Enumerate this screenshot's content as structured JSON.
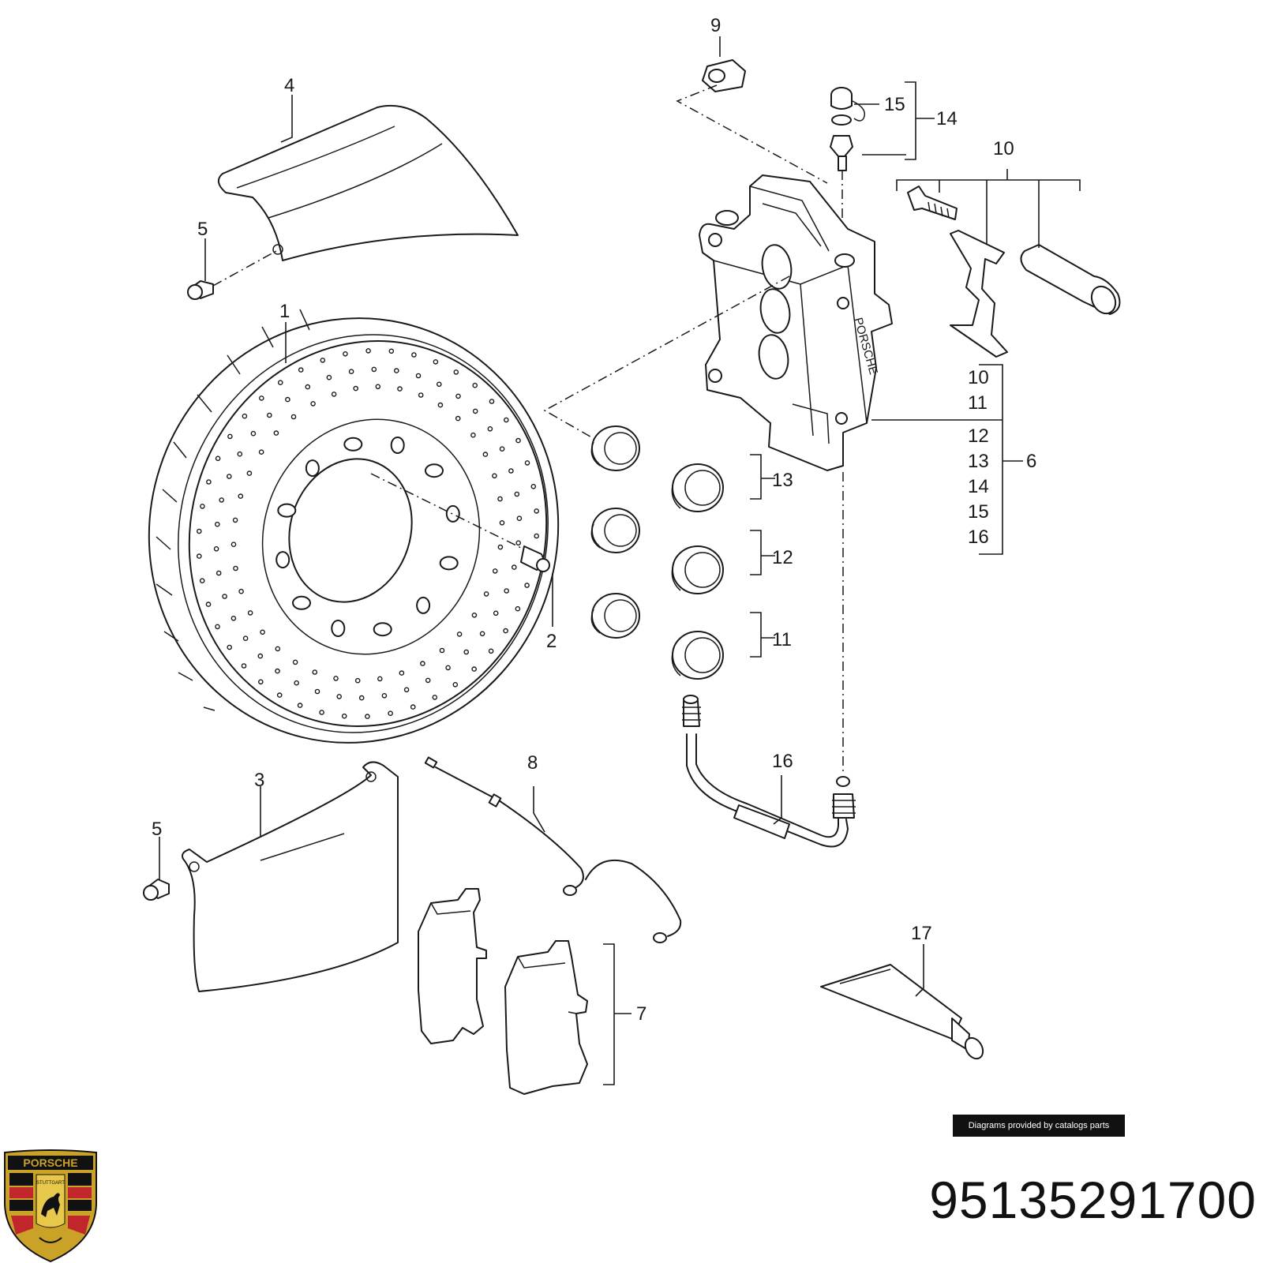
{
  "diagram": {
    "labels": {
      "l1": "1",
      "l2": "2",
      "l3": "3",
      "l4": "4",
      "l5a": "5",
      "l5b": "5",
      "l6": "6",
      "l7": "7",
      "l8": "8",
      "l9": "9",
      "l10": "10",
      "l11": "11",
      "l12": "12",
      "l13": "13",
      "l14": "14",
      "l15": "15",
      "l16": "16",
      "l17": "17",
      "k10": "10",
      "k11": "11",
      "k12": "12",
      "k13": "13",
      "k14": "14",
      "k15": "15",
      "k16": "16"
    },
    "caliper_brand": "PORSCHE"
  },
  "credit": "Diagrams provided by catalogs parts",
  "part_number": "95135291700",
  "logo": {
    "top_text": "PORSCHE",
    "center_text": "STUTTGART"
  },
  "colors": {
    "ink": "#1a1a1a",
    "logo_red": "#c0262c",
    "logo_gold": "#c9a227",
    "logo_black": "#111111"
  }
}
